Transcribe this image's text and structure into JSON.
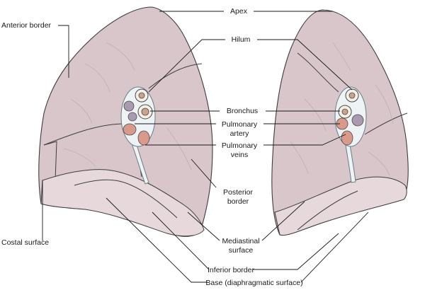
{
  "labels": {
    "apex": "Apex",
    "anterior_border": "Anterior border",
    "hilum": "Hilum",
    "bronchus": "Bronchus",
    "pulmonary_artery_1": "Pulmonary",
    "pulmonary_artery_2": "artery",
    "pulmonary_veins_1": "Pulmonary",
    "pulmonary_veins_2": "veins",
    "posterior_border_1": "Posterior",
    "posterior_border_2": "border",
    "costal_surface": "Costal surface",
    "mediastinal_surface_1": "Mediastinal",
    "mediastinal_surface_2": "surface",
    "inferior_border": "Inferior border",
    "base": "Base (diaphragmatic surface)"
  },
  "colors": {
    "lung_surface": "#d9c6cb",
    "outline": "#3d3d3d",
    "bronchus": "#c9a38e",
    "artery": "#a89ab0",
    "vein": "#d99a8c"
  }
}
